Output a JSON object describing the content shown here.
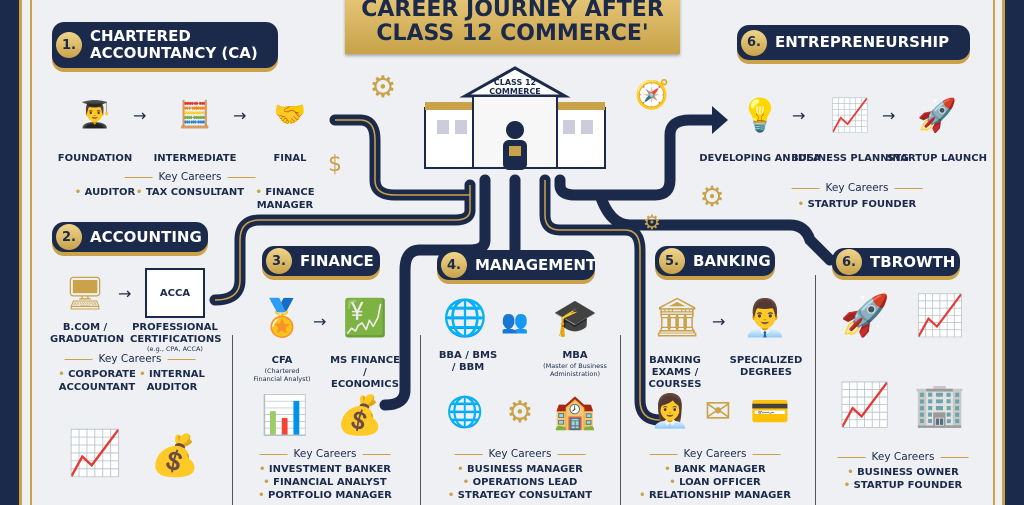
{
  "title": {
    "line1": "CAREER JOURNEY AFTER",
    "line2": "CLASS 12 COMMERCE'"
  },
  "center": {
    "label": "CLASS 12 COMMERCE"
  },
  "colors": {
    "navy": "#1b2a4a",
    "gold": "#c9a24a",
    "background": "#eef0f3"
  },
  "key_careers_label": "Key Careers",
  "sections": [
    {
      "num": "1.",
      "title": "CHARTERED ACCOUNTANCY (CA)",
      "steps": [
        {
          "label": "FOUNDATION",
          "icon": "student-books-icon"
        },
        {
          "label": "INTERMEDIATE",
          "icon": "calculator-laptop-icon"
        },
        {
          "label": "FINAL",
          "icon": "certificate-handshake-icon"
        }
      ],
      "careers": [
        "AUDITOR",
        "TAX CONSULTANT",
        "FINANCE MANAGER"
      ]
    },
    {
      "num": "2.",
      "title": "ACCOUNTING",
      "steps": [
        {
          "label": "B.COM / GRADUATION",
          "icon": "monitor-chart-icon"
        },
        {
          "label": "PROFESSIONAL CERTIFICATIONS",
          "sub": "(e.g., CPA, ACCA)",
          "icon": "acca-document-icon",
          "badge": "ACCA"
        }
      ],
      "careers": [
        "CORPORATE ACCOUNTANT",
        "INTERNAL AUDITOR"
      ]
    },
    {
      "num": "3.",
      "title": "FINANCE",
      "steps": [
        {
          "label": "CFA",
          "sub": "(Chartered Financial Analyst)",
          "icon": "award-ribbon-icon"
        },
        {
          "label": "MS FINANCE / ECONOMICS",
          "icon": "money-growth-icon"
        }
      ],
      "careers": [
        "INVESTMENT BANKER",
        "FINANCIAL ANALYST",
        "PORTFOLIO MANAGER"
      ]
    },
    {
      "num": "4.",
      "title": "MANAGEMENT",
      "steps": [
        {
          "label": "BBA / BMS / BBM",
          "icon": "globe-icon"
        },
        {
          "label": "MBA",
          "sub": "(Master of Business Administration)",
          "icon": "graduate-icon"
        }
      ],
      "careers": [
        "BUSINESS MANAGER",
        "OPERATIONS LEAD",
        "STRATEGY CONSULTANT"
      ]
    },
    {
      "num": "5.",
      "title": "BANKING",
      "steps": [
        {
          "label": "BANKING EXAMS / COURSES",
          "icon": "bank-icon"
        },
        {
          "label": "SPECIALIZED DEGREES",
          "icon": "banker-icon"
        }
      ],
      "careers": [
        "BANK MANAGER",
        "LOAN OFFICER",
        "RELATIONSHIP MANAGER"
      ]
    },
    {
      "num": "6.",
      "title": "ENTREPRENEURSHIP",
      "steps": [
        {
          "label": "DEVELOPING AN IDEA",
          "icon": "lightbulb-rocket-icon"
        },
        {
          "label": "BUSINESS PLANNING",
          "icon": "growth-chart-icon"
        },
        {
          "label": "STARTUP LAUNCH",
          "icon": "rocket-city-icon"
        }
      ],
      "careers": [
        "STARTUP FOUNDER"
      ]
    },
    {
      "num": "6.",
      "title": "TBROWTH",
      "careers": [
        "BUSINESS OWNER",
        "STARTUP FOUNDER"
      ]
    }
  ]
}
